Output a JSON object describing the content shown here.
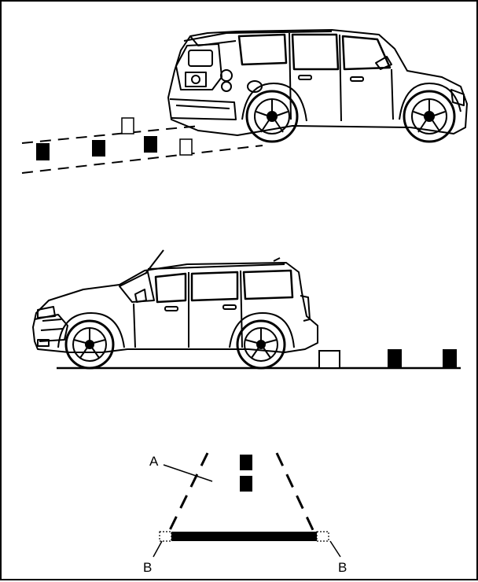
{
  "labels": {
    "callout_a": "A",
    "callout_b_left": "B",
    "callout_b_right": "B"
  },
  "colors": {
    "ink": "#000000",
    "paper": "#ffffff"
  },
  "icons": [
    "vehicle-rear-quarter-illustration",
    "vehicle-side-illustration"
  ]
}
